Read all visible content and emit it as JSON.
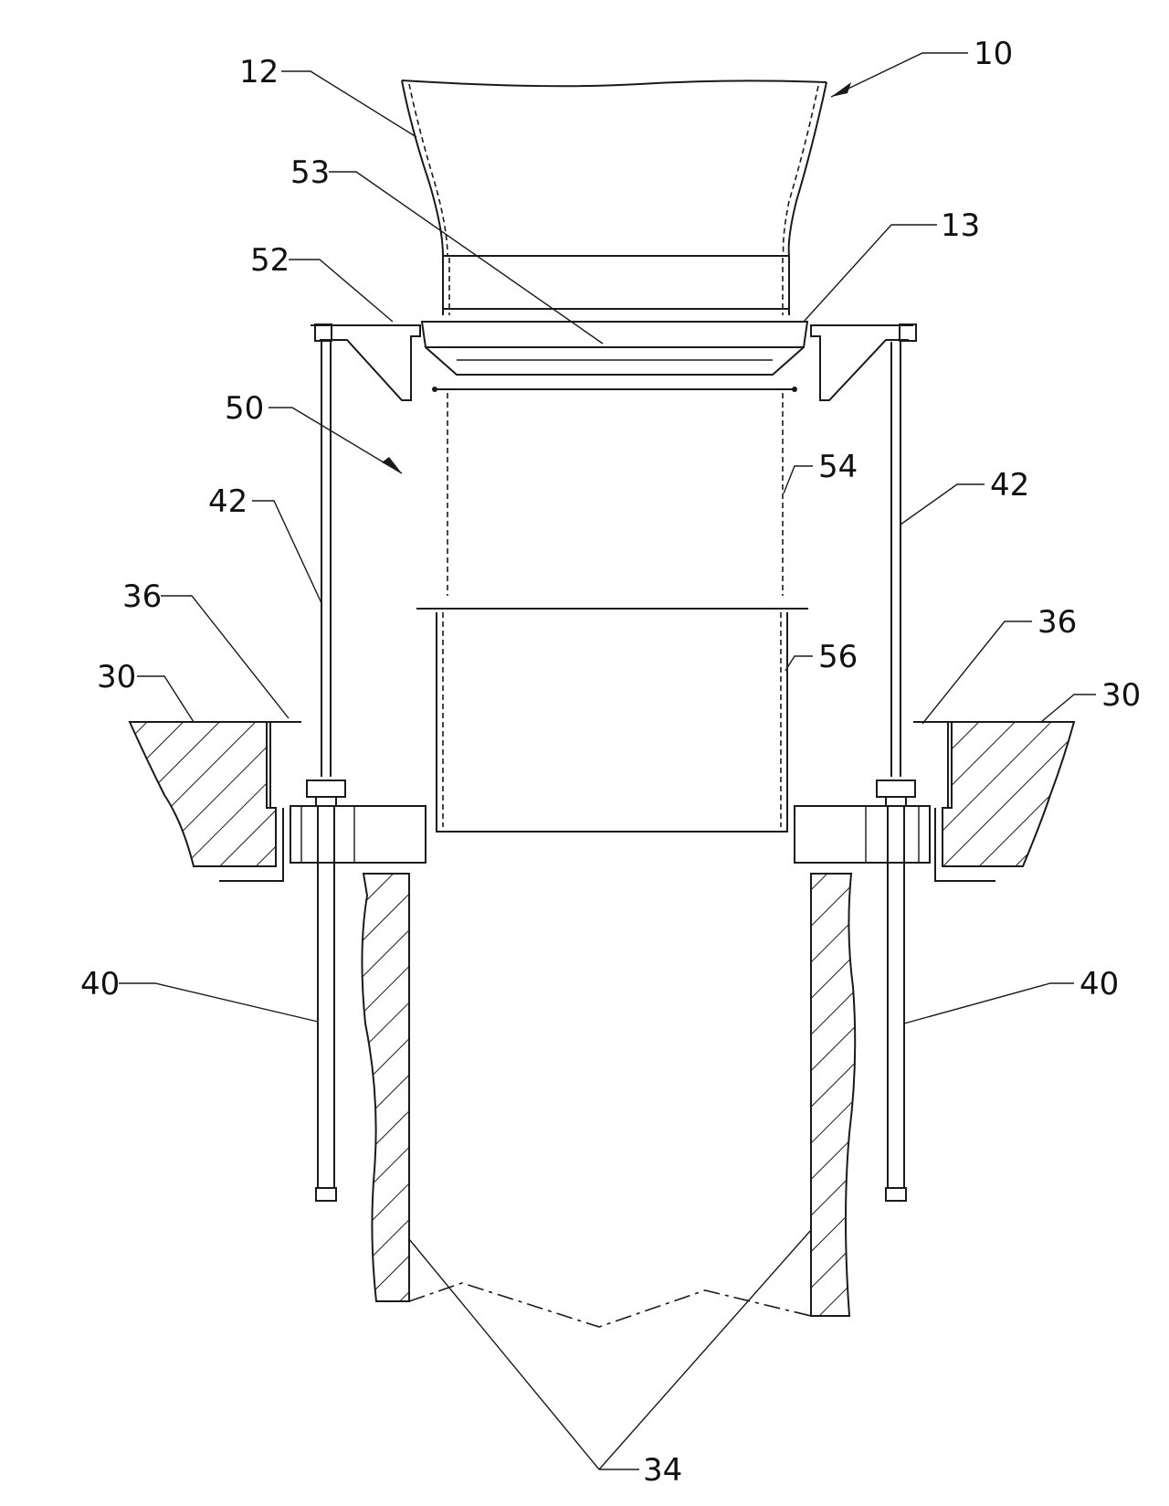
{
  "figure": {
    "labels": {
      "r10": "10",
      "r12": "12",
      "r13": "13",
      "r53": "53",
      "r52": "52",
      "r50": "50",
      "r54": "54",
      "r42_left": "42",
      "r42_right": "42",
      "r36_left": "36",
      "r36_right": "36",
      "r30_left": "30",
      "r30_right": "30",
      "r56": "56",
      "r40_left": "40",
      "r40_right": "40",
      "r34": "34"
    }
  }
}
